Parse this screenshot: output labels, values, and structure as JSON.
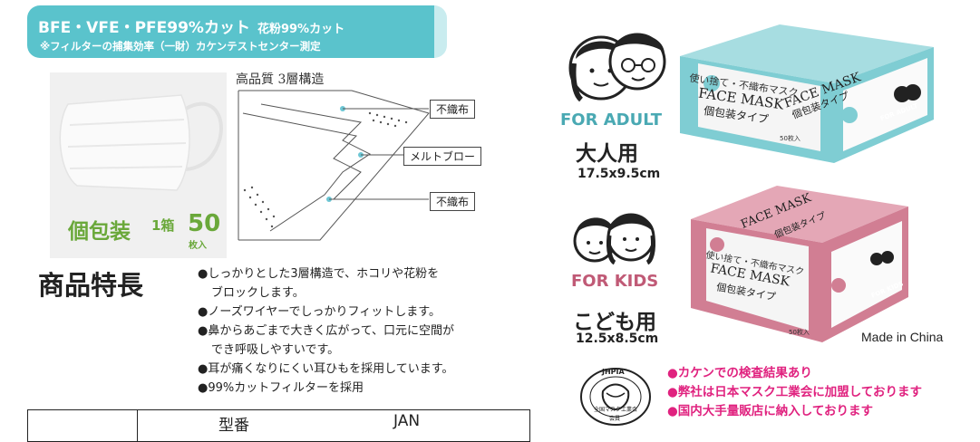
{
  "banner": {
    "line1": "BFE・VFE・PFE99%カット",
    "line1_sub": "花粉99%カット",
    "line2": "※フィルターの捕集効率（一財）カケンテストセンター測定"
  },
  "product": {
    "name": "個包装",
    "qty_label": "1箱",
    "count": "50",
    "count_unit": "枚入"
  },
  "diagram": {
    "title": "高品質 3層構造",
    "layers": [
      "不織布",
      "メルトブロー",
      "不織布"
    ]
  },
  "features": {
    "title": "商品特長",
    "items": [
      {
        "line": "●しっかりとした3層構造で、ホコリや花粉を",
        "cont": "ブロックします。"
      },
      {
        "line": "●ノーズワイヤーでしっかりフィットします。",
        "cont": ""
      },
      {
        "line": "●鼻からあごまで大きく広がって、口元に空間が",
        "cont": "でき呼吸しやすいです。"
      },
      {
        "line": "●耳が痛くなりにくい耳ひもを採用しています。",
        "cont": ""
      },
      {
        "line": "●99%カットフィルターを採用",
        "cont": ""
      }
    ]
  },
  "table": {
    "headers": [
      "型番",
      "JAN"
    ]
  },
  "adult": {
    "label": "FOR ADULT",
    "jp": "大人用",
    "size": "17.5x9.5cm",
    "box_title": "FACE MASK",
    "box_sub": "個包装タイプ",
    "box_top": "使い捨て・不織布マスク",
    "box_count": "50枚入",
    "box_badge": "FOR ADULT",
    "color": "#7fcdd3"
  },
  "kids": {
    "label": "FOR KIDS",
    "jp": "こども用",
    "size": "12.5x8.5cm",
    "box_title": "FACE MASK",
    "box_sub": "個包装タイプ",
    "box_top": "使い捨て・不織布マスク",
    "box_count": "50枚入",
    "box_badge": "FOR KIDS",
    "color": "#d17e93"
  },
  "origin": "Made in China",
  "jhpia": {
    "top": "JHPIA",
    "ring": "全国マスク工業会",
    "bottom": "会員"
  },
  "assurances": [
    "●カケンでの検査結果あり",
    "●弊社は日本マスク工業会に加盟しております",
    "●国内大手量販店に納入しております"
  ]
}
